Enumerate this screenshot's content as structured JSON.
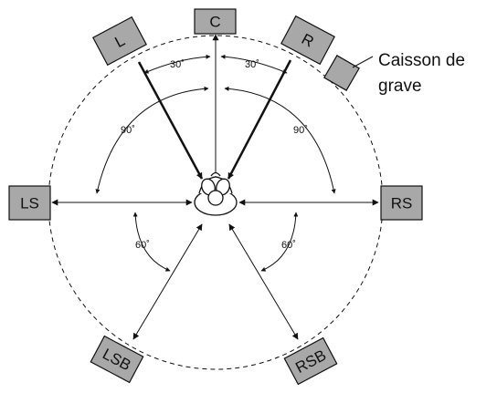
{
  "speakers": {
    "center": "C",
    "left": "L",
    "right": "R",
    "left_surround": "LS",
    "right_surround": "RS",
    "left_surround_back": "LSB",
    "right_surround_back": "RSB"
  },
  "subwoofer": {
    "caption_line1": "Caisson de",
    "caption_line2": "grave"
  },
  "angles": {
    "front_left": "30˚",
    "front_right": "30˚",
    "side_left": "90˚",
    "side_right": "90˚",
    "back_left": "60˚",
    "back_right": "60˚"
  },
  "colors": {
    "speaker_fill": "#a8a8a8",
    "stroke": "#111111"
  }
}
